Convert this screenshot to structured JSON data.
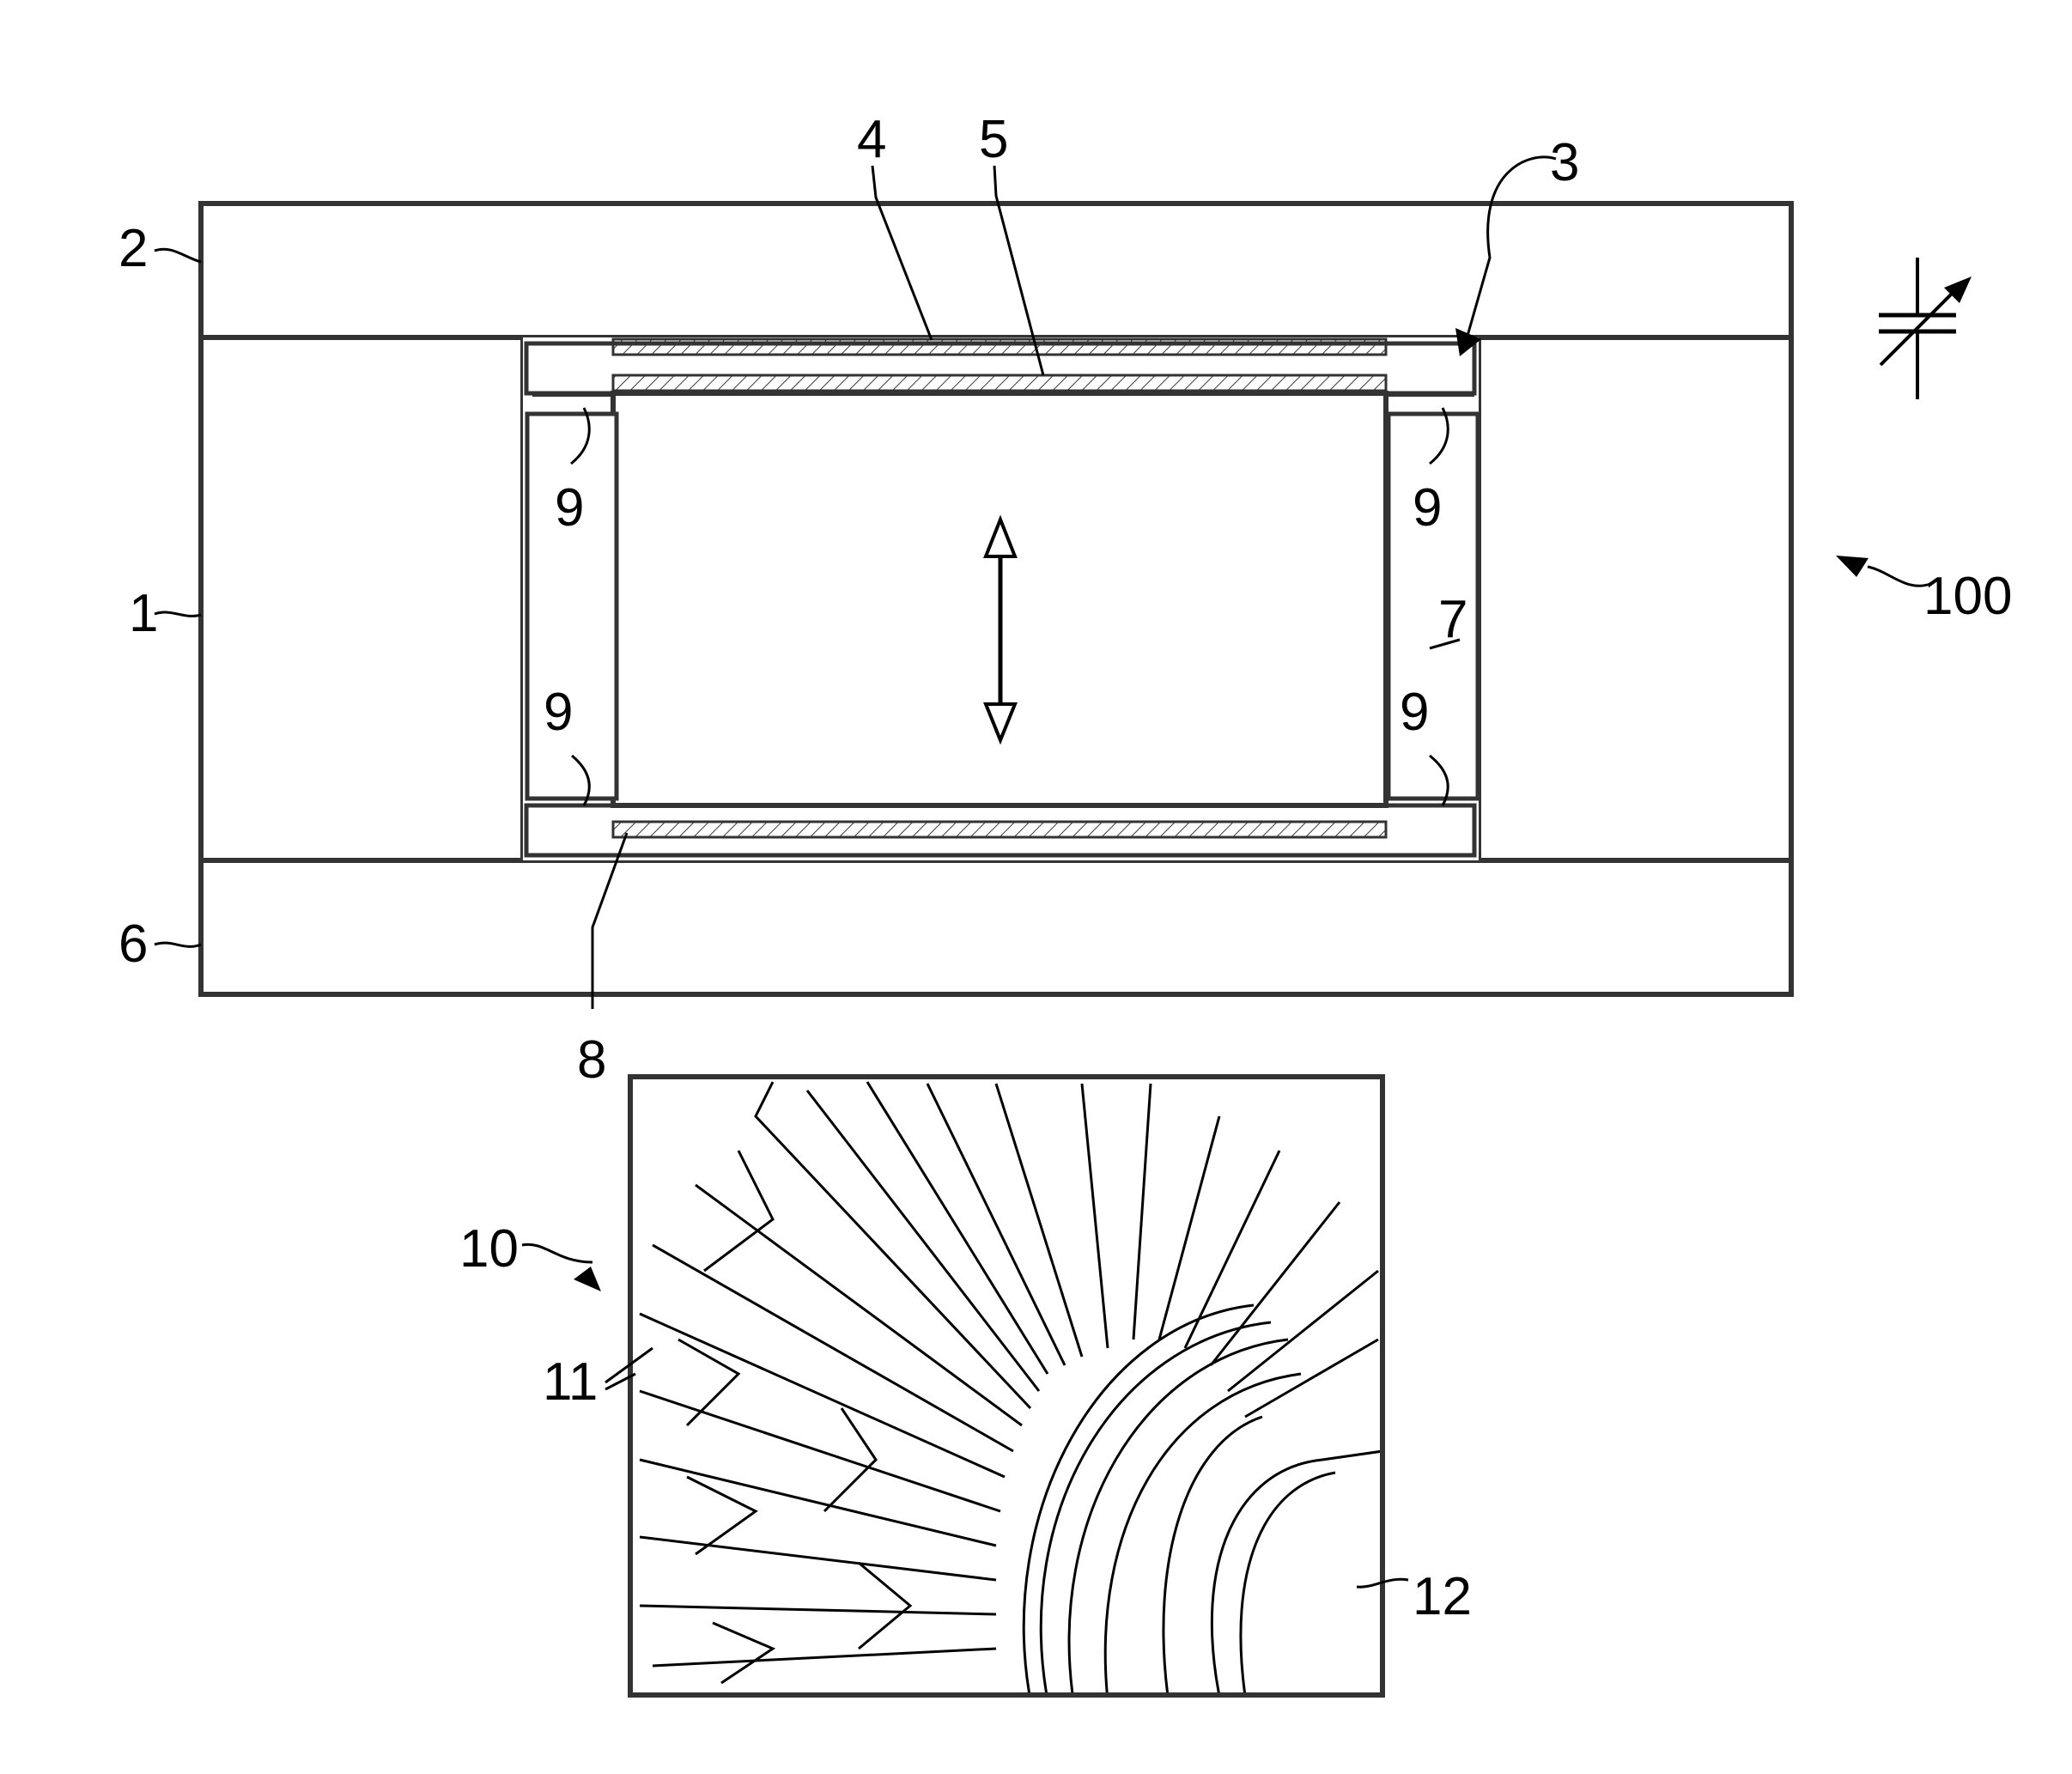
{
  "labels": {
    "l1": "1",
    "l2": "2",
    "l3": "3",
    "l4": "4",
    "l5": "5",
    "l6": "6",
    "l7": "7",
    "l8": "8",
    "l9a": "9",
    "l9b": "9",
    "l9c": "9",
    "l9d": "9",
    "l10": "10",
    "l11": "11",
    "l12": "12",
    "l100": "100"
  },
  "colors": {
    "line": "#000000",
    "hatch": "#3a3a3a",
    "background": "#ffffff"
  },
  "icons": [
    "double-arrow-icon",
    "variable-capacitor-icon"
  ]
}
